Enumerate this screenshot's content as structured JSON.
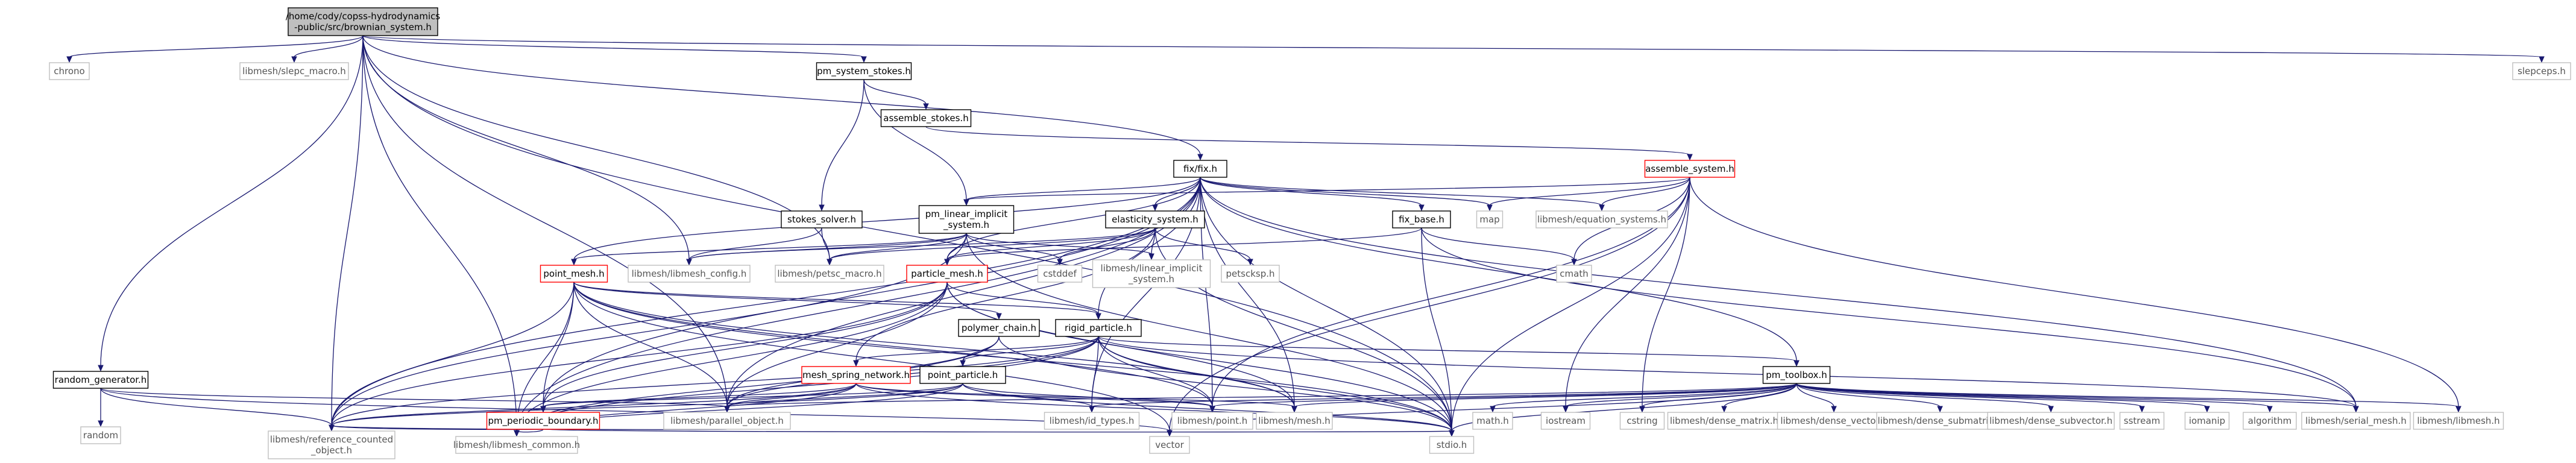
{
  "graph": {
    "colors": {
      "edge": "#191970",
      "root_fill": "#bfbfbf",
      "root_stroke": "#000000",
      "local_stroke": "#000000",
      "incomplete_stroke": "#ff0000",
      "system_stroke": "#bfbfbf",
      "text": "#000000",
      "system_text": "#555555"
    },
    "nodes": [
      {
        "id": "root",
        "lines": [
          "/home/cody/copss-hydrodynamics",
          "-public/src/brownian_system.h"
        ],
        "kind": "root"
      },
      {
        "id": "chrono",
        "lines": [
          "chrono"
        ],
        "kind": "system"
      },
      {
        "id": "slepc_macro",
        "lines": [
          "libmesh/slepc_macro.h"
        ],
        "kind": "system"
      },
      {
        "id": "pm_system_stokes",
        "lines": [
          "pm_system_stokes.h"
        ],
        "kind": "local"
      },
      {
        "id": "slepceps",
        "lines": [
          "slepceps.h"
        ],
        "kind": "system"
      },
      {
        "id": "assemble_stokes",
        "lines": [
          "assemble_stokes.h"
        ],
        "kind": "local"
      },
      {
        "id": "random_generator",
        "lines": [
          "random_generator.h"
        ],
        "kind": "local"
      },
      {
        "id": "random",
        "lines": [
          "random"
        ],
        "kind": "system"
      },
      {
        "id": "fix",
        "lines": [
          "fix/fix.h"
        ],
        "kind": "local"
      },
      {
        "id": "assemble_system",
        "lines": [
          "assemble_system.h"
        ],
        "kind": "incomplete"
      },
      {
        "id": "pm_linear_implicit",
        "lines": [
          "pm_linear_implicit",
          "_system.h"
        ],
        "kind": "local"
      },
      {
        "id": "elasticity_system",
        "lines": [
          "elasticity_system.h"
        ],
        "kind": "local"
      },
      {
        "id": "fix_base",
        "lines": [
          "fix_base.h"
        ],
        "kind": "local"
      },
      {
        "id": "map",
        "lines": [
          "map"
        ],
        "kind": "system"
      },
      {
        "id": "equation_systems",
        "lines": [
          "libmesh/equation_systems.h"
        ],
        "kind": "system"
      },
      {
        "id": "stokes_solver",
        "lines": [
          "stokes_solver.h"
        ],
        "kind": "local"
      },
      {
        "id": "libmesh_config",
        "lines": [
          "libmesh/libmesh_config.h"
        ],
        "kind": "system"
      },
      {
        "id": "petsc_macro",
        "lines": [
          "libmesh/petsc_macro.h"
        ],
        "kind": "system"
      },
      {
        "id": "cstddef",
        "lines": [
          "cstddef"
        ],
        "kind": "system"
      },
      {
        "id": "linear_implicit",
        "lines": [
          "libmesh/linear_implicit",
          "_system.h"
        ],
        "kind": "system"
      },
      {
        "id": "petscksp",
        "lines": [
          "petscksp.h"
        ],
        "kind": "system"
      },
      {
        "id": "cmath",
        "lines": [
          "cmath"
        ],
        "kind": "system"
      },
      {
        "id": "point_mesh",
        "lines": [
          "point_mesh.h"
        ],
        "kind": "incomplete"
      },
      {
        "id": "particle_mesh",
        "lines": [
          "particle_mesh.h"
        ],
        "kind": "incomplete"
      },
      {
        "id": "polymer_chain",
        "lines": [
          "polymer_chain.h"
        ],
        "kind": "local"
      },
      {
        "id": "rigid_particle",
        "lines": [
          "rigid_particle.h"
        ],
        "kind": "local"
      },
      {
        "id": "pm_toolbox",
        "lines": [
          "pm_toolbox.h"
        ],
        "kind": "local"
      },
      {
        "id": "mesh_spring_network",
        "lines": [
          "mesh_spring_network.h"
        ],
        "kind": "incomplete"
      },
      {
        "id": "point_particle",
        "lines": [
          "point_particle.h"
        ],
        "kind": "local"
      },
      {
        "id": "pm_periodic_boundary",
        "lines": [
          "pm_periodic_boundary.h"
        ],
        "kind": "incomplete"
      },
      {
        "id": "parallel_object",
        "lines": [
          "libmesh/parallel_object.h"
        ],
        "kind": "system"
      },
      {
        "id": "id_types",
        "lines": [
          "libmesh/id_types.h"
        ],
        "kind": "system"
      },
      {
        "id": "point",
        "lines": [
          "libmesh/point.h"
        ],
        "kind": "system"
      },
      {
        "id": "mesh",
        "lines": [
          "libmesh/mesh.h"
        ],
        "kind": "system"
      },
      {
        "id": "math",
        "lines": [
          "math.h"
        ],
        "kind": "system"
      },
      {
        "id": "iostream",
        "lines": [
          "iostream"
        ],
        "kind": "system"
      },
      {
        "id": "cstring",
        "lines": [
          "cstring"
        ],
        "kind": "system"
      },
      {
        "id": "dense_matrix",
        "lines": [
          "libmesh/dense_matrix.h"
        ],
        "kind": "system"
      },
      {
        "id": "dense_vector",
        "lines": [
          "libmesh/dense_vector.h"
        ],
        "kind": "system"
      },
      {
        "id": "dense_submatrix",
        "lines": [
          "libmesh/dense_submatrix.h"
        ],
        "kind": "system"
      },
      {
        "id": "dense_subvector",
        "lines": [
          "libmesh/dense_subvector.h"
        ],
        "kind": "system"
      },
      {
        "id": "sstream",
        "lines": [
          "sstream"
        ],
        "kind": "system"
      },
      {
        "id": "iomanip",
        "lines": [
          "iomanip"
        ],
        "kind": "system"
      },
      {
        "id": "algorithm",
        "lines": [
          "algorithm"
        ],
        "kind": "system"
      },
      {
        "id": "serial_mesh",
        "lines": [
          "libmesh/serial_mesh.h"
        ],
        "kind": "system"
      },
      {
        "id": "libmesh_h",
        "lines": [
          "libmesh/libmesh.h"
        ],
        "kind": "system"
      },
      {
        "id": "reference_counted",
        "lines": [
          "libmesh/reference_counted",
          "_object.h"
        ],
        "kind": "system"
      },
      {
        "id": "libmesh_common",
        "lines": [
          "libmesh/libmesh_common.h"
        ],
        "kind": "system"
      },
      {
        "id": "vector",
        "lines": [
          "vector"
        ],
        "kind": "system"
      },
      {
        "id": "stdio",
        "lines": [
          "stdio.h"
        ],
        "kind": "system"
      }
    ],
    "edges": [
      [
        "root",
        "chrono"
      ],
      [
        "root",
        "slepc_macro"
      ],
      [
        "root",
        "pm_system_stokes"
      ],
      [
        "root",
        "slepceps"
      ],
      [
        "root",
        "random_generator"
      ],
      [
        "root",
        "fix"
      ],
      [
        "root",
        "stdio"
      ],
      [
        "root",
        "reference_counted"
      ],
      [
        "root",
        "libmesh_common"
      ],
      [
        "root",
        "parallel_object"
      ],
      [
        "root",
        "libmesh_config"
      ],
      [
        "root",
        "petsc_macro"
      ],
      [
        "pm_system_stokes",
        "assemble_stokes"
      ],
      [
        "pm_system_stokes",
        "stokes_solver"
      ],
      [
        "pm_system_stokes",
        "pm_linear_implicit"
      ],
      [
        "assemble_stokes",
        "assemble_system"
      ],
      [
        "random_generator",
        "random"
      ],
      [
        "random_generator",
        "reference_counted"
      ],
      [
        "random_generator",
        "parallel_object"
      ],
      [
        "random_generator",
        "vector"
      ],
      [
        "assemble_system",
        "pm_linear_implicit"
      ],
      [
        "assemble_system",
        "map"
      ],
      [
        "assemble_system",
        "equation_systems"
      ],
      [
        "assemble_system",
        "cmath"
      ],
      [
        "assemble_system",
        "libmesh_h"
      ],
      [
        "assemble_system",
        "cstring"
      ],
      [
        "assemble_system",
        "iostream"
      ],
      [
        "assemble_system",
        "vector"
      ],
      [
        "assemble_system",
        "stdio"
      ],
      [
        "assemble_system",
        "point"
      ],
      [
        "fix",
        "pm_linear_implicit"
      ],
      [
        "fix",
        "elasticity_system"
      ],
      [
        "fix",
        "fix_base"
      ],
      [
        "fix",
        "map"
      ],
      [
        "fix",
        "equation_systems"
      ],
      [
        "fix",
        "point_mesh"
      ],
      [
        "fix",
        "particle_mesh"
      ],
      [
        "fix",
        "rigid_particle"
      ],
      [
        "fix",
        "pm_toolbox"
      ],
      [
        "fix",
        "point"
      ],
      [
        "fix",
        "mesh"
      ],
      [
        "fix",
        "id_types"
      ],
      [
        "fix",
        "pm_periodic_boundary"
      ],
      [
        "fix",
        "parallel_object"
      ],
      [
        "fix",
        "reference_counted"
      ],
      [
        "fix",
        "libmesh_common"
      ],
      [
        "fix",
        "serial_mesh"
      ],
      [
        "fix",
        "stdio"
      ],
      [
        "pm_linear_implicit",
        "libmesh_config"
      ],
      [
        "pm_linear_implicit",
        "petsc_macro"
      ],
      [
        "pm_linear_implicit",
        "cstddef"
      ],
      [
        "pm_linear_implicit",
        "linear_implicit"
      ],
      [
        "pm_linear_implicit",
        "point_mesh"
      ],
      [
        "pm_linear_implicit",
        "particle_mesh"
      ],
      [
        "pm_linear_implicit",
        "reference_counted"
      ],
      [
        "pm_linear_implicit",
        "stdio"
      ],
      [
        "elasticity_system",
        "libmesh_config"
      ],
      [
        "elasticity_system",
        "petsc_macro"
      ],
      [
        "elasticity_system",
        "cstddef"
      ],
      [
        "elasticity_system",
        "linear_implicit"
      ],
      [
        "elasticity_system",
        "petscksp"
      ],
      [
        "elasticity_system",
        "particle_mesh"
      ],
      [
        "elasticity_system",
        "mesh_spring_network"
      ],
      [
        "elasticity_system",
        "stdio"
      ],
      [
        "fix_base",
        "cmath"
      ],
      [
        "fix_base",
        "particle_mesh"
      ],
      [
        "fix_base",
        "serial_mesh"
      ],
      [
        "fix_base",
        "stdio"
      ],
      [
        "stokes_solver",
        "libmesh_config"
      ],
      [
        "stokes_solver",
        "petsc_macro"
      ],
      [
        "point_mesh",
        "polymer_chain"
      ],
      [
        "point_mesh",
        "rigid_particle"
      ],
      [
        "point_mesh",
        "pm_periodic_boundary"
      ],
      [
        "point_mesh",
        "parallel_object"
      ],
      [
        "point_mesh",
        "reference_counted"
      ],
      [
        "point_mesh",
        "libmesh_common"
      ],
      [
        "point_mesh",
        "mesh"
      ],
      [
        "point_mesh",
        "point"
      ],
      [
        "point_mesh",
        "vector"
      ],
      [
        "point_mesh",
        "stdio"
      ],
      [
        "particle_mesh",
        "rigid_particle"
      ],
      [
        "particle_mesh",
        "pm_periodic_boundary"
      ],
      [
        "particle_mesh",
        "parallel_object"
      ],
      [
        "particle_mesh",
        "reference_counted"
      ],
      [
        "particle_mesh",
        "libmesh_common"
      ],
      [
        "particle_mesh",
        "mesh"
      ],
      [
        "particle_mesh",
        "stdio"
      ],
      [
        "polymer_chain",
        "point_particle"
      ],
      [
        "polymer_chain",
        "parallel_object"
      ],
      [
        "polymer_chain",
        "libmesh_common"
      ],
      [
        "polymer_chain",
        "stdio"
      ],
      [
        "rigid_particle",
        "pm_toolbox"
      ],
      [
        "rigid_particle",
        "mesh_spring_network"
      ],
      [
        "rigid_particle",
        "point_particle"
      ],
      [
        "rigid_particle",
        "parallel_object"
      ],
      [
        "rigid_particle",
        "id_types"
      ],
      [
        "rigid_particle",
        "point"
      ],
      [
        "rigid_particle",
        "mesh"
      ],
      [
        "rigid_particle",
        "serial_mesh"
      ],
      [
        "rigid_particle",
        "reference_counted"
      ],
      [
        "rigid_particle",
        "libmesh_common"
      ],
      [
        "rigid_particle",
        "stdio"
      ],
      [
        "pm_toolbox",
        "point"
      ],
      [
        "pm_toolbox",
        "mesh"
      ],
      [
        "pm_toolbox",
        "math"
      ],
      [
        "pm_toolbox",
        "iostream"
      ],
      [
        "pm_toolbox",
        "cstring"
      ],
      [
        "pm_toolbox",
        "dense_matrix"
      ],
      [
        "pm_toolbox",
        "dense_vector"
      ],
      [
        "pm_toolbox",
        "dense_submatrix"
      ],
      [
        "pm_toolbox",
        "dense_subvector"
      ],
      [
        "pm_toolbox",
        "sstream"
      ],
      [
        "pm_toolbox",
        "iomanip"
      ],
      [
        "pm_toolbox",
        "algorithm"
      ],
      [
        "pm_toolbox",
        "serial_mesh"
      ],
      [
        "pm_toolbox",
        "libmesh_h"
      ],
      [
        "pm_toolbox",
        "vector"
      ],
      [
        "pm_toolbox",
        "stdio"
      ],
      [
        "pm_toolbox",
        "parallel_object"
      ],
      [
        "pm_toolbox",
        "id_types"
      ],
      [
        "mesh_spring_network",
        "pm_periodic_boundary"
      ],
      [
        "mesh_spring_network",
        "parallel_object"
      ],
      [
        "mesh_spring_network",
        "point"
      ],
      [
        "mesh_spring_network",
        "mesh"
      ],
      [
        "mesh_spring_network",
        "reference_counted"
      ],
      [
        "mesh_spring_network",
        "libmesh_common"
      ],
      [
        "mesh_spring_network",
        "stdio"
      ],
      [
        "point_particle",
        "pm_periodic_boundary"
      ],
      [
        "point_particle",
        "parallel_object"
      ],
      [
        "point_particle",
        "id_types"
      ],
      [
        "point_particle",
        "point"
      ],
      [
        "point_particle",
        "reference_counted"
      ],
      [
        "point_particle",
        "libmesh_common"
      ],
      [
        "point_particle",
        "stdio"
      ],
      [
        "pm_periodic_boundary",
        "reference_counted"
      ],
      [
        "pm_periodic_boundary",
        "libmesh_common"
      ],
      [
        "pm_periodic_boundary",
        "stdio"
      ],
      [
        "parallel_object",
        "reference_counted"
      ]
    ]
  }
}
